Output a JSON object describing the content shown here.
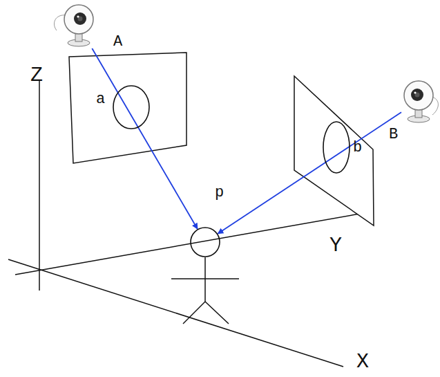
{
  "diagram": {
    "nodes": [
      {
        "text": [
          "A"
        ]
      },
      {
        "text": [
          "a"
        ]
      },
      {
        "text": [
          "b"
        ]
      },
      {
        "text": [
          "B"
        ]
      },
      {
        "text": [
          "p"
        ]
      }
    ],
    "edges": [
      {
        "from": 0,
        "to": 4,
        "arrow": "to"
      },
      {
        "from": 3,
        "to": 4,
        "arrow": "to"
      }
    ],
    "labels": [
      "Z",
      "Y",
      "X"
    ]
  }
}
